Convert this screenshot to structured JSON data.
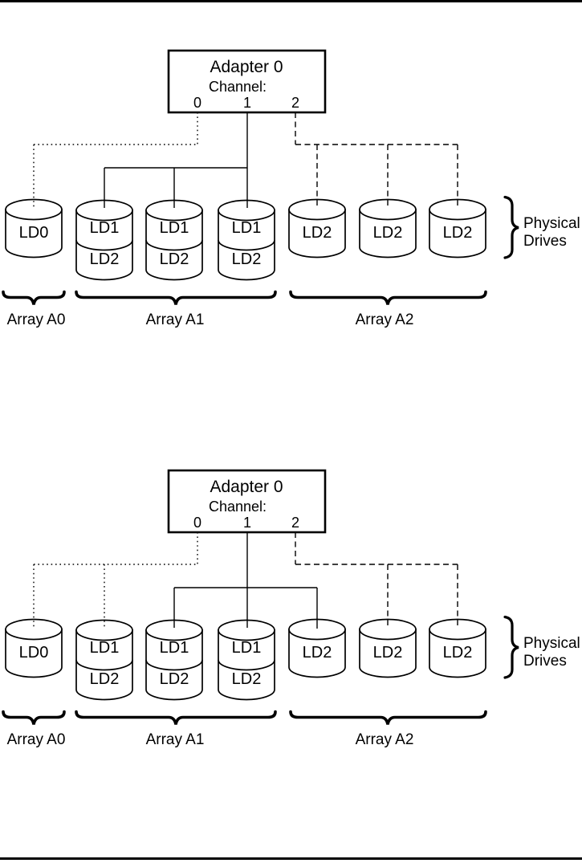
{
  "page": {
    "background": "#ffffff",
    "ink": "#000000",
    "top_rule": true,
    "bottom_rule": true
  },
  "diagrams": [
    {
      "name": "adapter-channel-diagram-1",
      "adapter": {
        "title": "Adapter 0",
        "channel_heading": "Channel:",
        "channel_labels": [
          "0",
          "1",
          "2"
        ]
      },
      "drives": {
        "ld0_label": "LD0",
        "stacked": [
          {
            "top": "LD1",
            "bottom": "LD2"
          },
          {
            "top": "LD1",
            "bottom": "LD2"
          },
          {
            "top": "LD1",
            "bottom": "LD2"
          }
        ],
        "singles": [
          "LD2",
          "LD2",
          "LD2"
        ]
      },
      "connections": [
        {
          "channel": "0",
          "line_style": "dotted",
          "drives": [
            "Array A0 drive 1 (LD0)"
          ]
        },
        {
          "channel": "1",
          "line_style": "solid",
          "drives": [
            "Array A1 drive 1",
            "Array A1 drive 2",
            "Array A1 drive 3"
          ]
        },
        {
          "channel": "2",
          "line_style": "dashed",
          "drives": [
            "Array A2 drive 1",
            "Array A2 drive 2",
            "Array A2 drive 3"
          ]
        }
      ],
      "arrays": [
        {
          "label": "Array A0"
        },
        {
          "label": "Array A1"
        },
        {
          "label": "Array A2"
        }
      ],
      "physical_drives": {
        "line1": "Physical",
        "line2": "Drives"
      }
    },
    {
      "name": "adapter-channel-diagram-2",
      "adapter": {
        "title": "Adapter 0",
        "channel_heading": "Channel:",
        "channel_labels": [
          "0",
          "1",
          "2"
        ]
      },
      "drives": {
        "ld0_label": "LD0",
        "stacked": [
          {
            "top": "LD1",
            "bottom": "LD2"
          },
          {
            "top": "LD1",
            "bottom": "LD2"
          },
          {
            "top": "LD1",
            "bottom": "LD2"
          }
        ],
        "singles": [
          "LD2",
          "LD2",
          "LD2"
        ]
      },
      "connections": [
        {
          "channel": "0",
          "line_style": "dotted",
          "drives": [
            "Array A0 drive 1 (LD0)",
            "Array A1 drive 1"
          ]
        },
        {
          "channel": "1",
          "line_style": "solid",
          "drives": [
            "Array A1 drive 2",
            "Array A1 drive 3",
            "Array A2 drive 1"
          ]
        },
        {
          "channel": "2",
          "line_style": "dashed",
          "drives": [
            "Array A2 drive 2",
            "Array A2 drive 3"
          ]
        }
      ],
      "arrays": [
        {
          "label": "Array A0"
        },
        {
          "label": "Array A1"
        },
        {
          "label": "Array A2"
        }
      ],
      "physical_drives": {
        "line1": "Physical",
        "line2": "Drives"
      }
    }
  ]
}
